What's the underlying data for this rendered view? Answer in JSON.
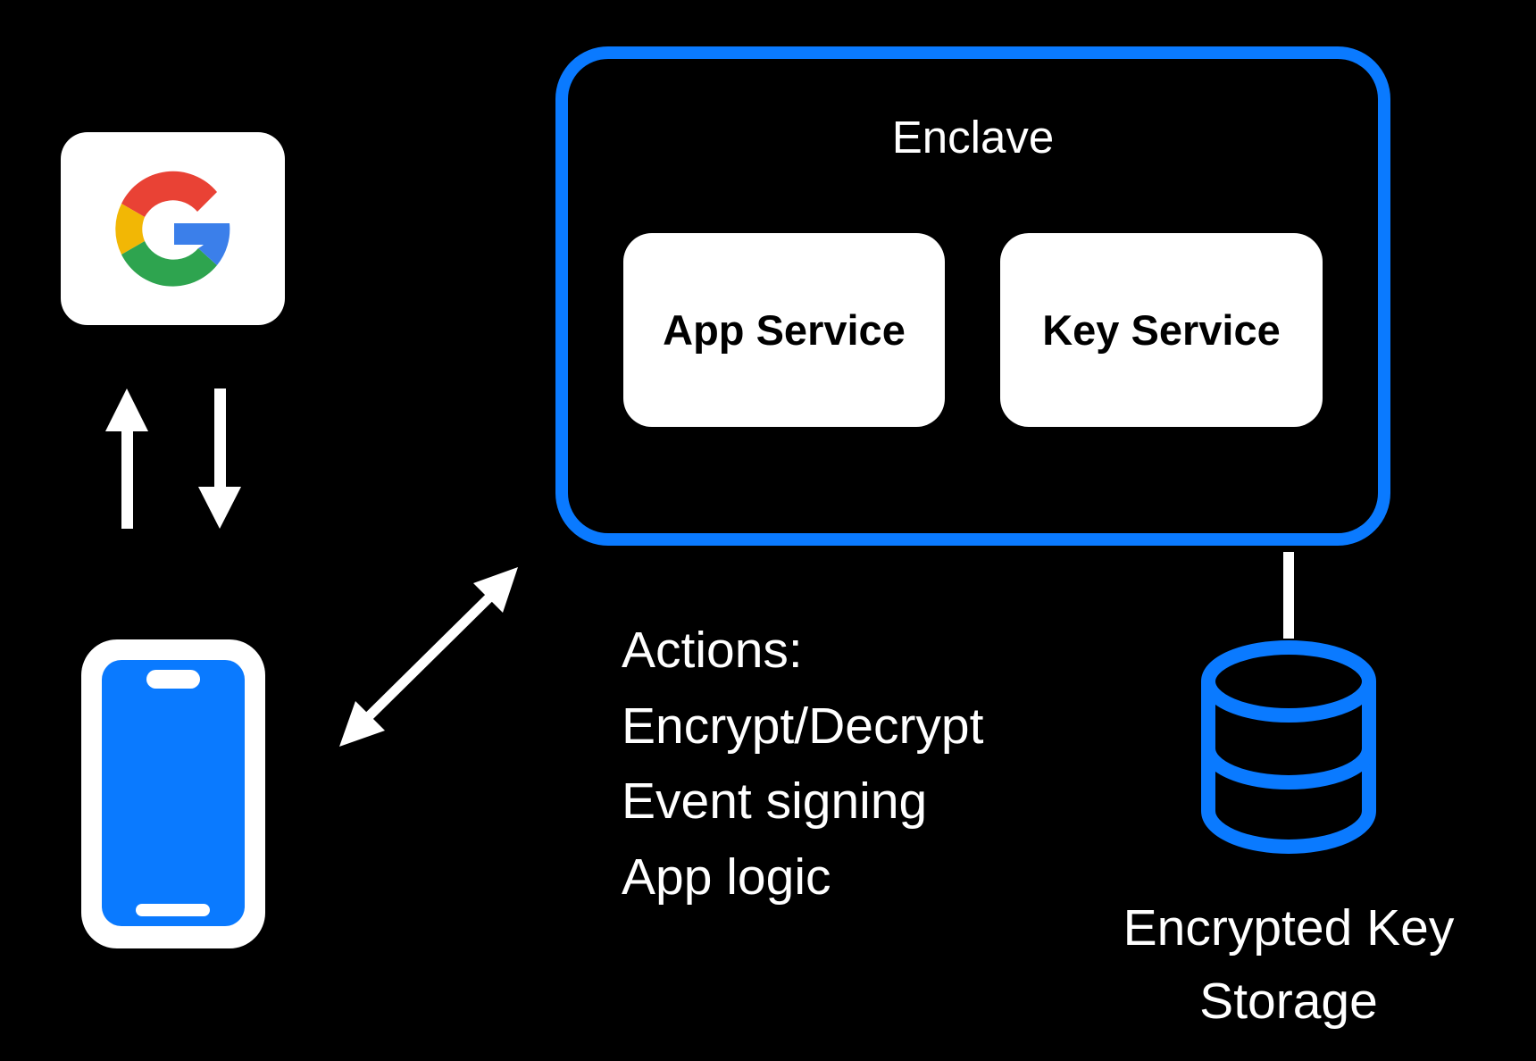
{
  "colors": {
    "background": "#000000",
    "accent_blue": "#0A7AFF",
    "white": "#FFFFFF",
    "google_red": "#E94235",
    "google_yellow": "#F2B705",
    "google_green": "#2EA44F",
    "google_blue": "#3B7FEA"
  },
  "identity_provider": {
    "icon": "google-logo-icon"
  },
  "client": {
    "icon": "smartphone-icon"
  },
  "auth_arrows": {
    "up": "arrow-up-icon",
    "down": "arrow-down-icon"
  },
  "client_enclave_link": {
    "icon": "bidirectional-arrow-icon"
  },
  "enclave": {
    "title": "Enclave",
    "services": [
      {
        "label": "App Service"
      },
      {
        "label": "Key Service"
      }
    ]
  },
  "actions": {
    "heading": "Actions:",
    "items": [
      "Encrypt/Decrypt",
      "Event signing",
      "App logic"
    ]
  },
  "storage": {
    "icon": "database-icon",
    "label_line1": "Encrypted Key",
    "label_line2": "Storage"
  }
}
